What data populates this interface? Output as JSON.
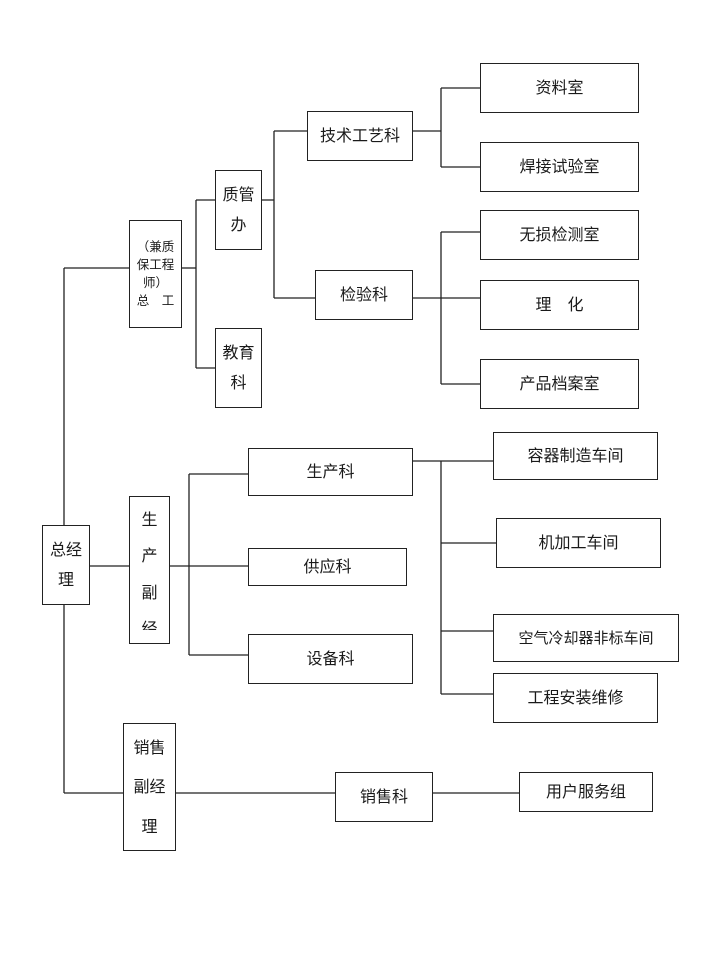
{
  "nodes": {
    "zongjingli": "总经理",
    "zonggong": [
      "（兼质",
      "保工程",
      "师）",
      "总　工"
    ],
    "zhiguanban": "质管办",
    "jiaoyuke": "教育科",
    "jishugongyike": "技术工艺科",
    "jianyanke": "检验科",
    "ziliaoshi": "资料室",
    "hanjieshiyanshi": "焊接试验室",
    "wusunjianceshi": "无损检测室",
    "lihua": "理　化",
    "chanpindanganshi": "产品档案室",
    "shengchanfujingli": [
      "生",
      "产",
      "副",
      "经"
    ],
    "shengchanke": "生产科",
    "gongyingke": "供应科",
    "shebeike": "设备科",
    "rongqizhizaochejian": "容器制造车间",
    "jijiagongchejian": "机加工车间",
    "kongqilengquechejian": "空气冷却器非标车间",
    "gongchenganzhuangweixiu": "工程安装维修",
    "xiaoshoufujingli": [
      "销售",
      "副经",
      "理"
    ],
    "xiaoshouke": "销售科",
    "yonghufuwuzu": "用户服务组"
  }
}
